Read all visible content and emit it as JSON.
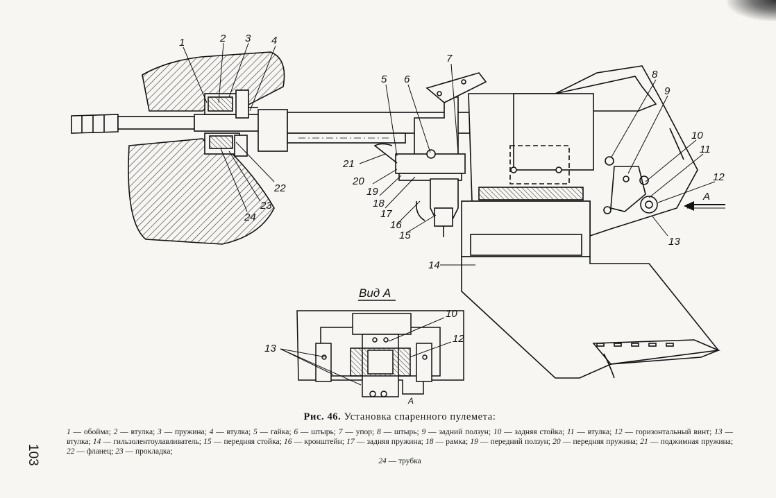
{
  "figure": {
    "view_label": "Вид А",
    "arrow_label": "А",
    "callouts": [
      "1",
      "2",
      "3",
      "4",
      "5",
      "6",
      "7",
      "8",
      "9",
      "10",
      "11",
      "12",
      "13",
      "14",
      "15",
      "16",
      "17",
      "18",
      "19",
      "20",
      "21",
      "22",
      "23",
      "24"
    ],
    "view_callouts": [
      "10",
      "12",
      "13"
    ]
  },
  "caption": {
    "fig_no": "Рис. 46.",
    "title": "Установка спаренного пулемета:",
    "legend": [
      {
        "n": "1",
        "t": "обойма;"
      },
      {
        "n": "2",
        "t": "втулка;"
      },
      {
        "n": "3",
        "t": "пружина;"
      },
      {
        "n": "4",
        "t": "втулка;"
      },
      {
        "n": "5",
        "t": "гайка;"
      },
      {
        "n": "6",
        "t": "штырь;"
      },
      {
        "n": "7",
        "t": "упор;"
      },
      {
        "n": "8",
        "t": "штырь;"
      },
      {
        "n": "9",
        "t": "задний ползун;"
      },
      {
        "n": "10",
        "t": "задняя стойка;"
      },
      {
        "n": "11",
        "t": "втулка;"
      },
      {
        "n": "12",
        "t": "горизонтальный винт;"
      },
      {
        "n": "13",
        "t": "втулка;"
      },
      {
        "n": "14",
        "t": "гильзолентоулавливатель;"
      },
      {
        "n": "15",
        "t": "передняя стойка;"
      },
      {
        "n": "16",
        "t": "кронштейн;"
      },
      {
        "n": "17",
        "t": "задняя пружина;"
      },
      {
        "n": "18",
        "t": "рамка;"
      },
      {
        "n": "19",
        "t": "передний ползун;"
      },
      {
        "n": "20",
        "t": "передняя пружина;"
      },
      {
        "n": "21",
        "t": "поджимная пружина;"
      },
      {
        "n": "22",
        "t": "фланец;"
      },
      {
        "n": "23",
        "t": "прокладка;"
      },
      {
        "n": "24",
        "t": "трубка"
      }
    ]
  },
  "page_number": "103"
}
